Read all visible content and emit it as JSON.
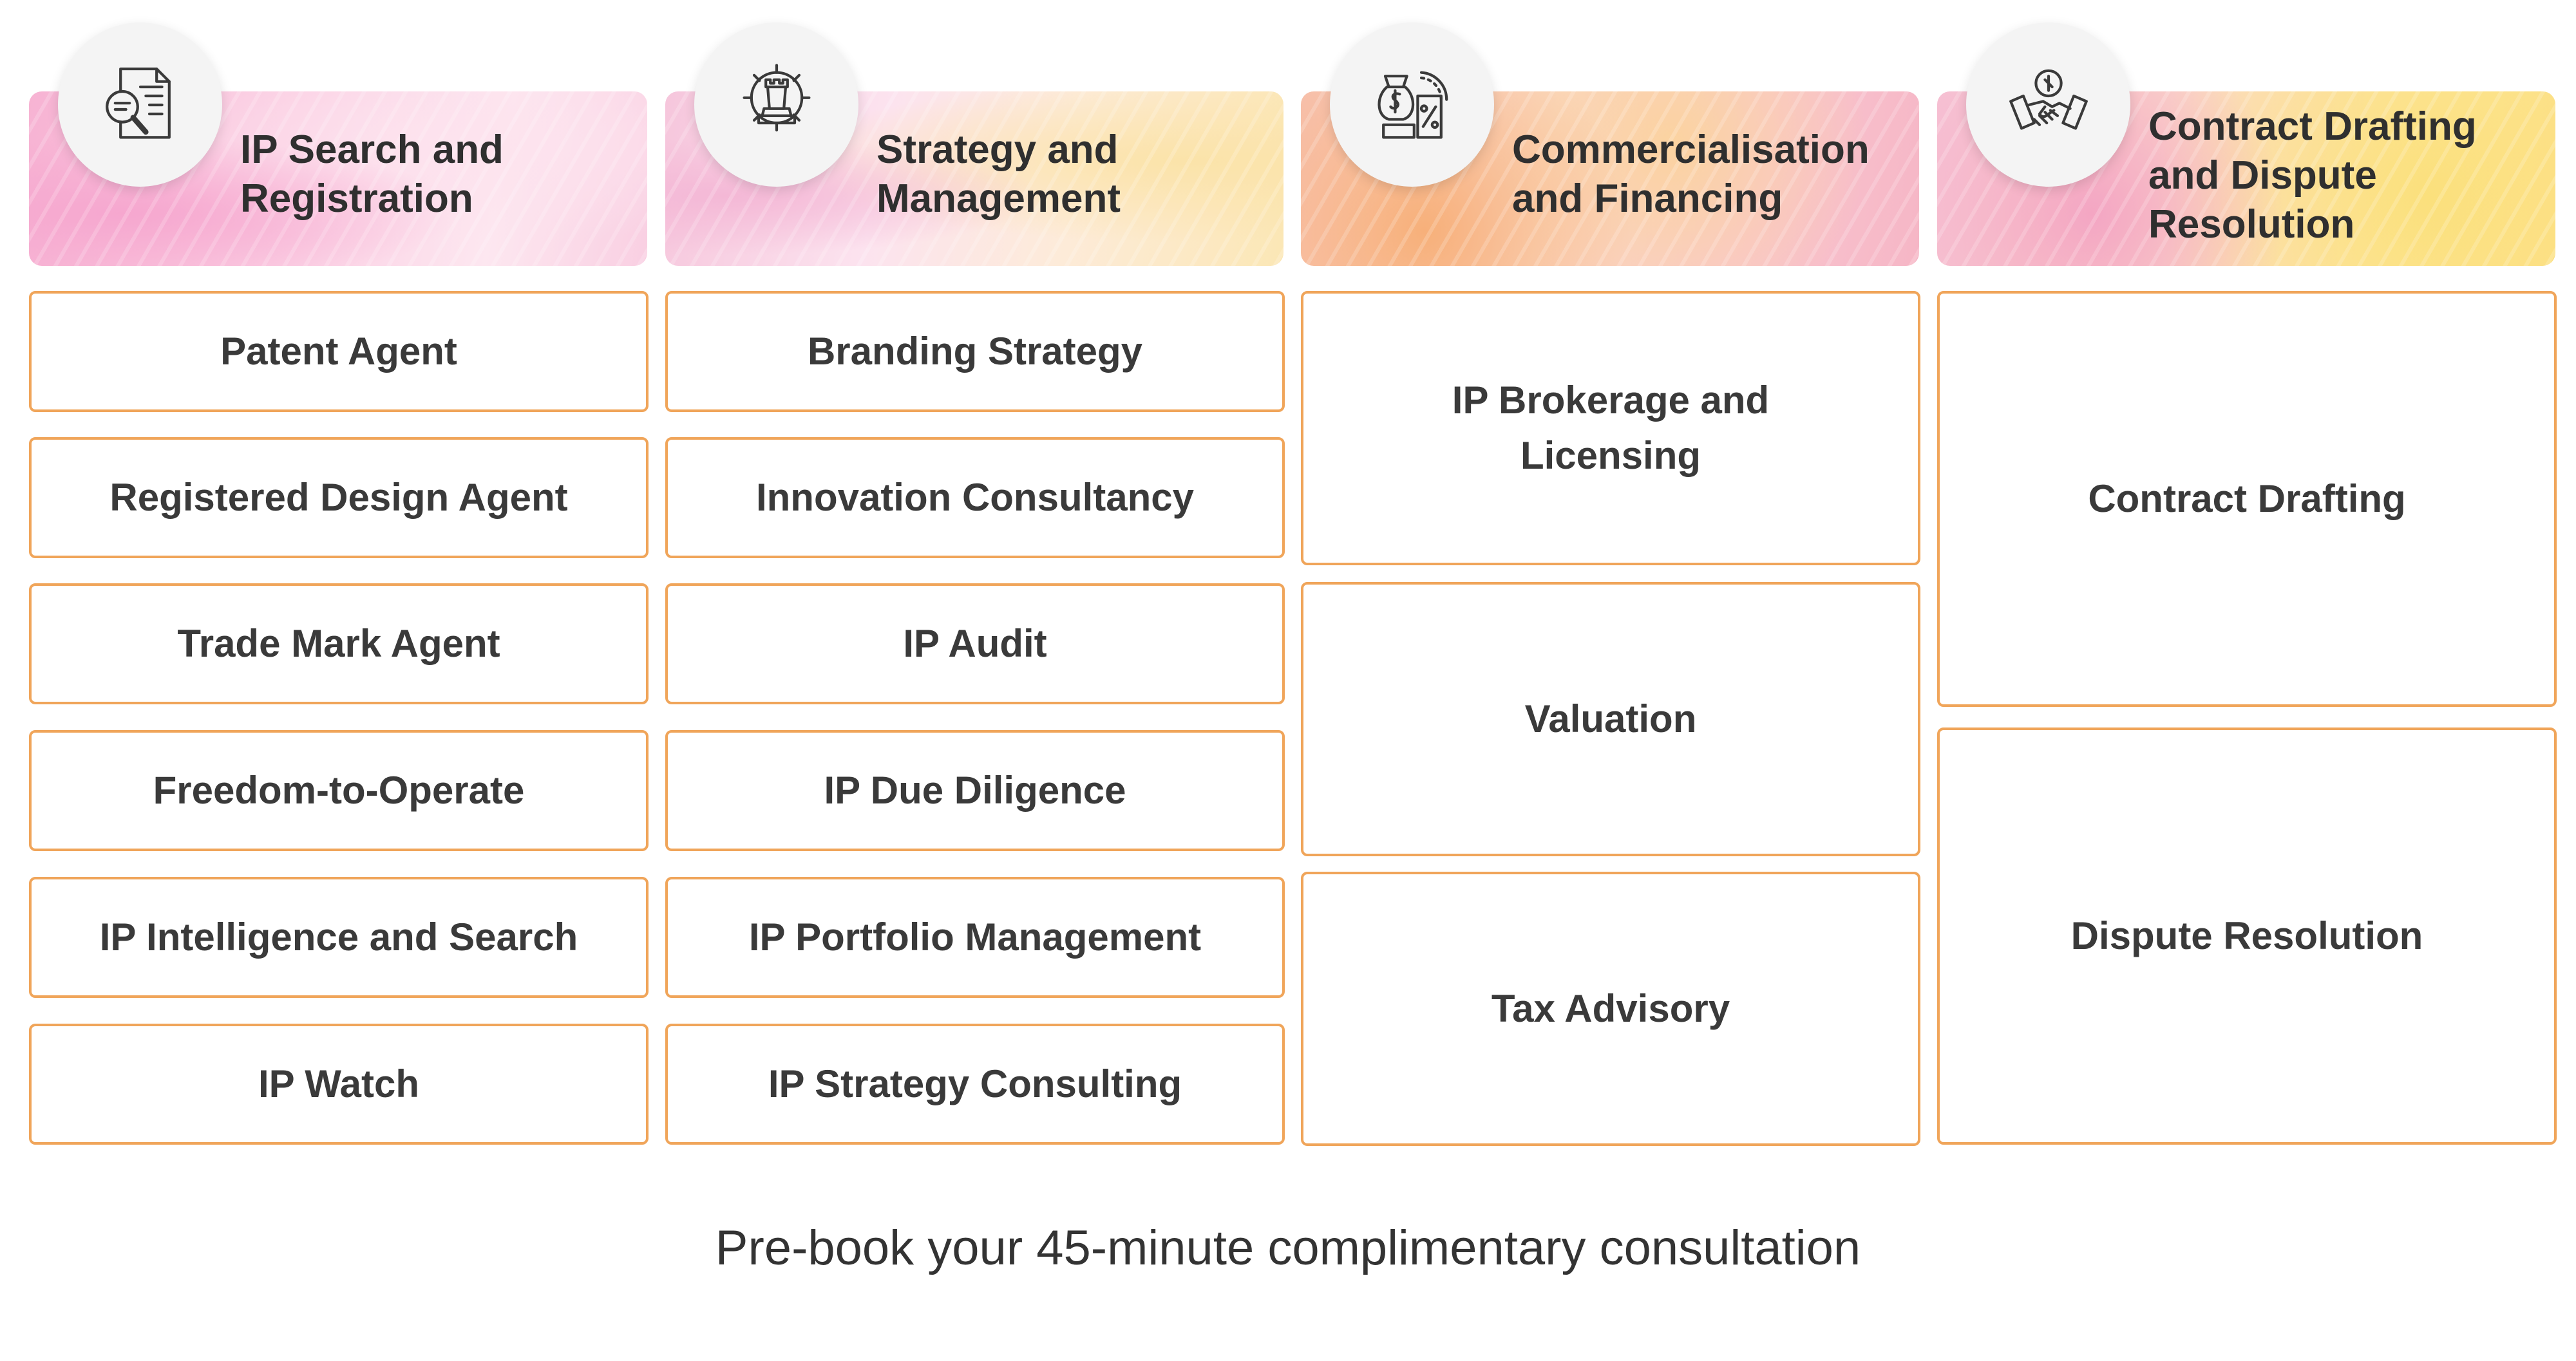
{
  "categories": [
    {
      "title": "IP Search and\nRegistration",
      "icon": "document-search-icon",
      "services": [
        "Patent Agent",
        "Registered Design Agent",
        "Trade Mark Agent",
        "Freedom-to-Operate",
        "IP Intelligence and Search",
        "IP Watch"
      ]
    },
    {
      "title": "Strategy and\nManagement",
      "icon": "chess-gear-icon",
      "services": [
        "Branding Strategy",
        "Innovation Consultancy",
        "IP Audit",
        "IP Due Diligence",
        "IP Portfolio Management",
        "IP Strategy Consulting"
      ]
    },
    {
      "title": "Commercialisation\nand Financing",
      "icon": "money-finance-icon",
      "services": [
        "IP Brokerage and Licensing",
        "Valuation",
        "Tax Advisory"
      ]
    },
    {
      "title": "Contract Drafting\nand Dispute\nResolution",
      "icon": "handshake-icon",
      "services": [
        "Contract Drafting",
        "Dispute Resolution"
      ]
    }
  ],
  "footer": {
    "text": "Pre-book your 45-minute complimentary consultation"
  },
  "colors": {
    "box_border": "#f0a55a",
    "text": "#3a3a3a"
  }
}
